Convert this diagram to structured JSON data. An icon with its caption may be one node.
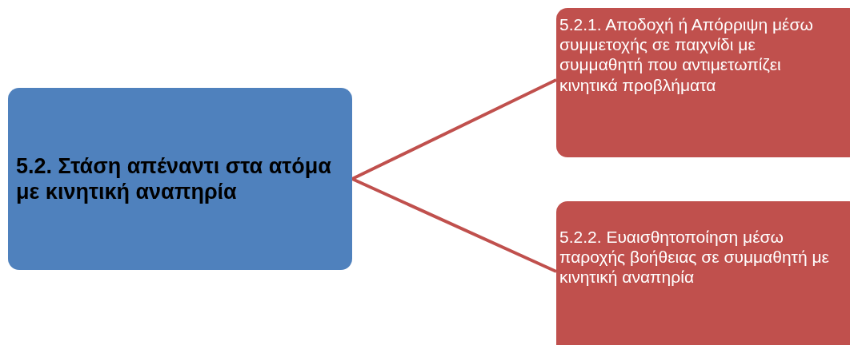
{
  "diagram": {
    "nodes": [
      {
        "text": [
          "5.2. Στάση απέναντι στα ατόμα με κινητική αναπηρία"
        ]
      },
      {
        "text": [
          "5.2.1. Αποδοχή ή Απόρριψη μέσω συμμετοχής σε παιχνίδι με συμμαθητή που αντιμετωπίζει κινητικά προβλήματα"
        ]
      },
      {
        "text": [
          "5.2.2. Ευαισθητοποίηση μέσω παροχής βοήθειας σε συμμαθητή με κινητική αναπηρία"
        ]
      }
    ],
    "edges": [
      {
        "from": 0,
        "to": 1,
        "arrow": "none"
      },
      {
        "from": 0,
        "to": 2,
        "arrow": "none"
      }
    ]
  }
}
